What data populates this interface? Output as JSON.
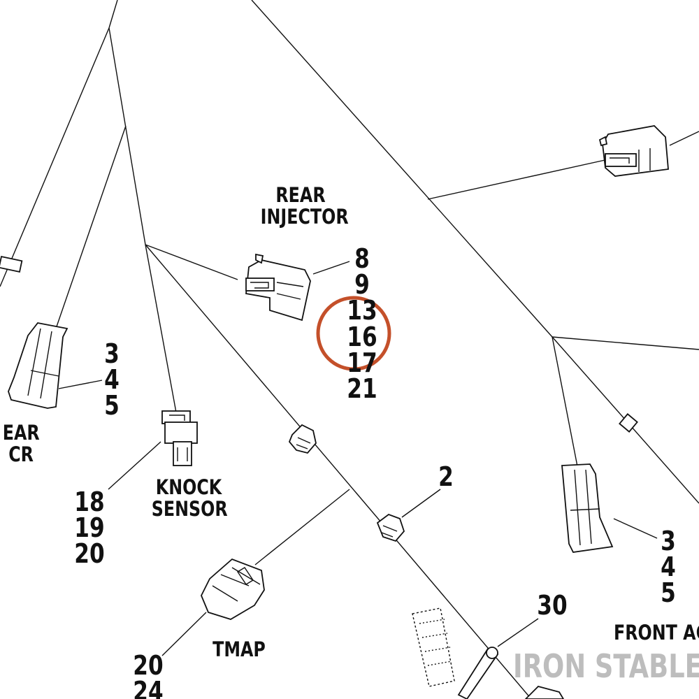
{
  "labels": {
    "rear_injector_line1": "REAR",
    "rear_injector_line2": "INJECTOR",
    "knock_sensor_line1": "KNOCK",
    "knock_sensor_line2": "SENSOR",
    "tmap": "TMAP",
    "rear_left_line1": "EAR",
    "rear_left_line2": "CR",
    "front_right": "FRONT AC"
  },
  "callouts": {
    "rear_injector_refs": [
      "8",
      "9",
      "13",
      "16",
      "17",
      "21"
    ],
    "left_connector_refs": [
      "3",
      "4",
      "5"
    ],
    "knock_sensor_refs": [
      "18",
      "19",
      "20"
    ],
    "tmap_refs": [
      "20",
      "24"
    ],
    "clip_ref": "2",
    "bolt_ref": "30",
    "front_connector_refs": [
      "3",
      "4",
      "5"
    ]
  },
  "highlight": {
    "target": "16",
    "color": "#C4502A"
  },
  "watermark": {
    "text": "IRON STABLE",
    "color": "#BDBDBD"
  },
  "colors": {
    "line": "#111111",
    "background": "#FFFFFF"
  }
}
